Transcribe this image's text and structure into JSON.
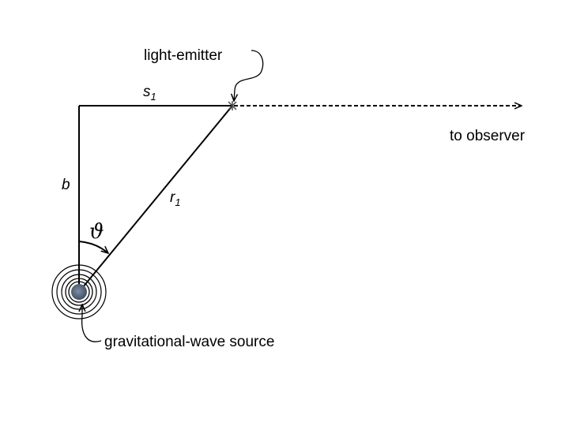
{
  "labels": {
    "emitter": "light-emitter",
    "source": "gravitational-wave source",
    "observer": "to observer",
    "b": "b",
    "s_base": "s",
    "s_sub": "1",
    "r_base": "r",
    "r_sub": "1",
    "theta": "ϑ"
  }
}
